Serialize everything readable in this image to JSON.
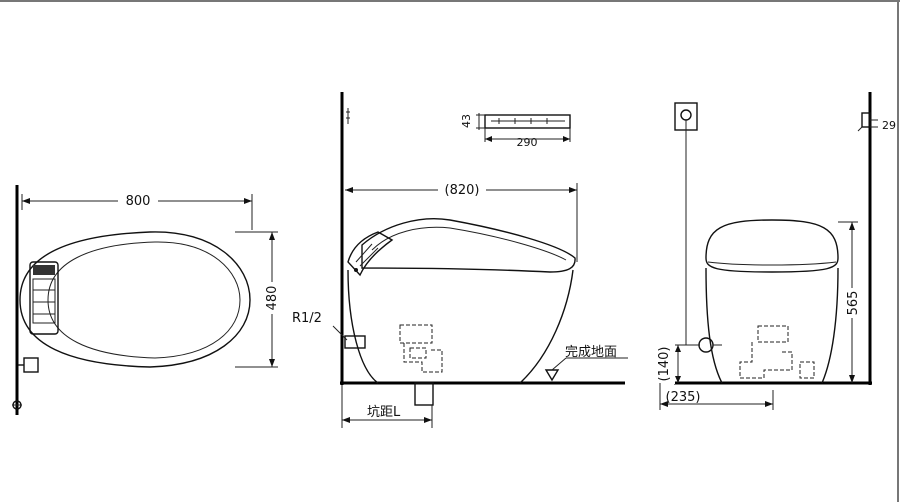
{
  "drawing": {
    "top_view": {
      "width_label": "800",
      "depth_label": "480"
    },
    "side_view": {
      "length_label": "(820)",
      "panel_height_label": "43",
      "panel_width_label": "290",
      "inlet_label": "R1/2",
      "floor_label": "完成地面",
      "rough_in_label": "坑距L"
    },
    "back_view": {
      "height_label": "565",
      "wall_offset_label": "29",
      "inlet_height_label": "(140)",
      "inlet_offset_label": "(235)"
    }
  }
}
